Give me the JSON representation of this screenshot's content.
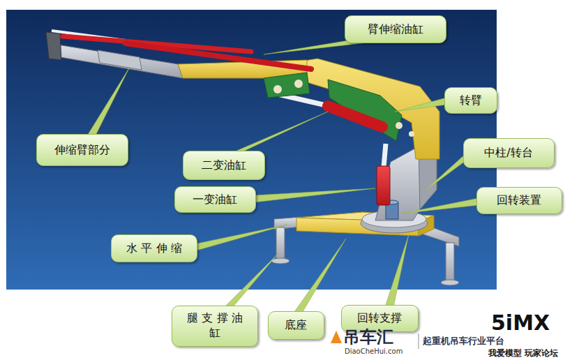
{
  "diagram": {
    "nodes": [
      {
        "text": [
          "臂伸缩油缸"
        ]
      },
      {
        "text": [
          "转臂"
        ]
      },
      {
        "text": [
          "伸缩臂部分"
        ]
      },
      {
        "text": [
          "中柱/转台"
        ]
      },
      {
        "text": [
          "二变油缸"
        ]
      },
      {
        "text": [
          "回转装置"
        ]
      },
      {
        "text": [
          "一变油缸"
        ]
      },
      {
        "text": [
          "水 平 伸 缩"
        ]
      },
      {
        "text": [
          "腿 支 撑 油 缸"
        ]
      },
      {
        "text": [
          "底座"
        ]
      },
      {
        "text": [
          "回转支撑"
        ]
      }
    ],
    "labels": [
      "吊车汇",
      "DiaoCheHui.com",
      "起重机吊车行业平台",
      "5iMX",
      "我爱模型 玩家论坛"
    ]
  }
}
